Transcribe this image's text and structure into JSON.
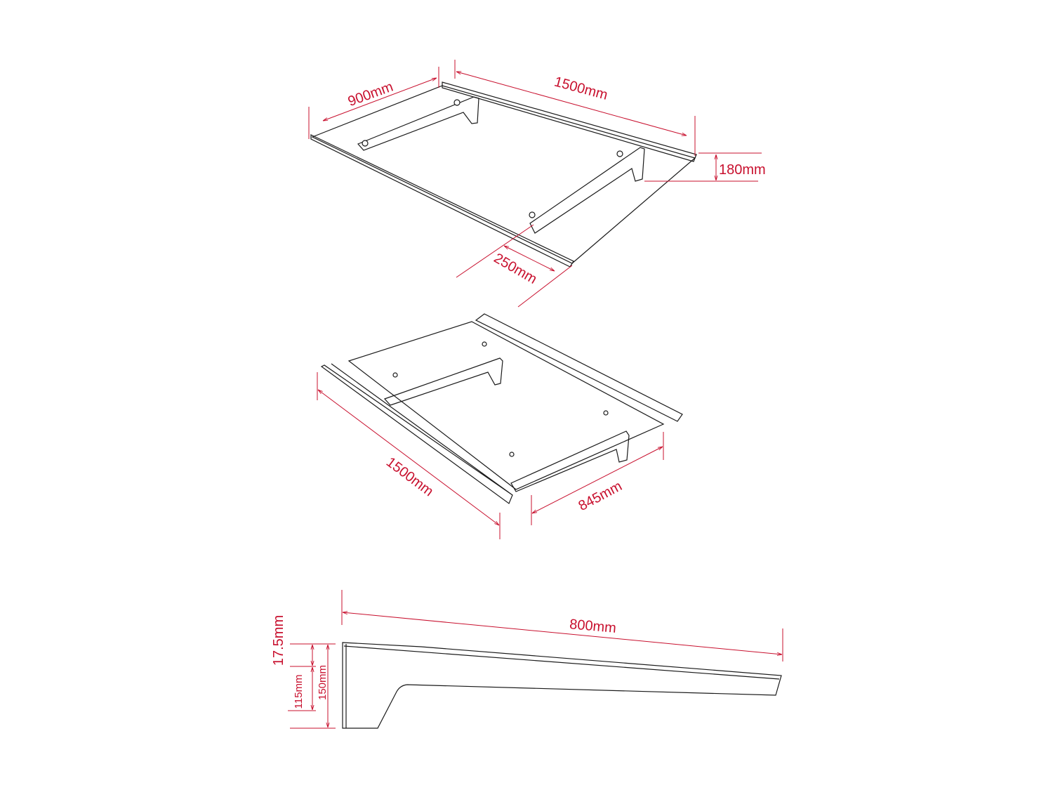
{
  "colors": {
    "dimension": "#c8102e",
    "outline": "#1a1a1a"
  },
  "top_view": {
    "width_label": "900mm",
    "length_label": "1500mm",
    "height_label": "180mm",
    "offset_label": "250mm"
  },
  "middle_view": {
    "length_label": "1500mm",
    "depth_label": "845mm"
  },
  "bracket_view": {
    "length_label": "800mm",
    "thickness_label": "17.5mm",
    "inner_height_label": "115mm",
    "total_height_label": "150mm"
  }
}
